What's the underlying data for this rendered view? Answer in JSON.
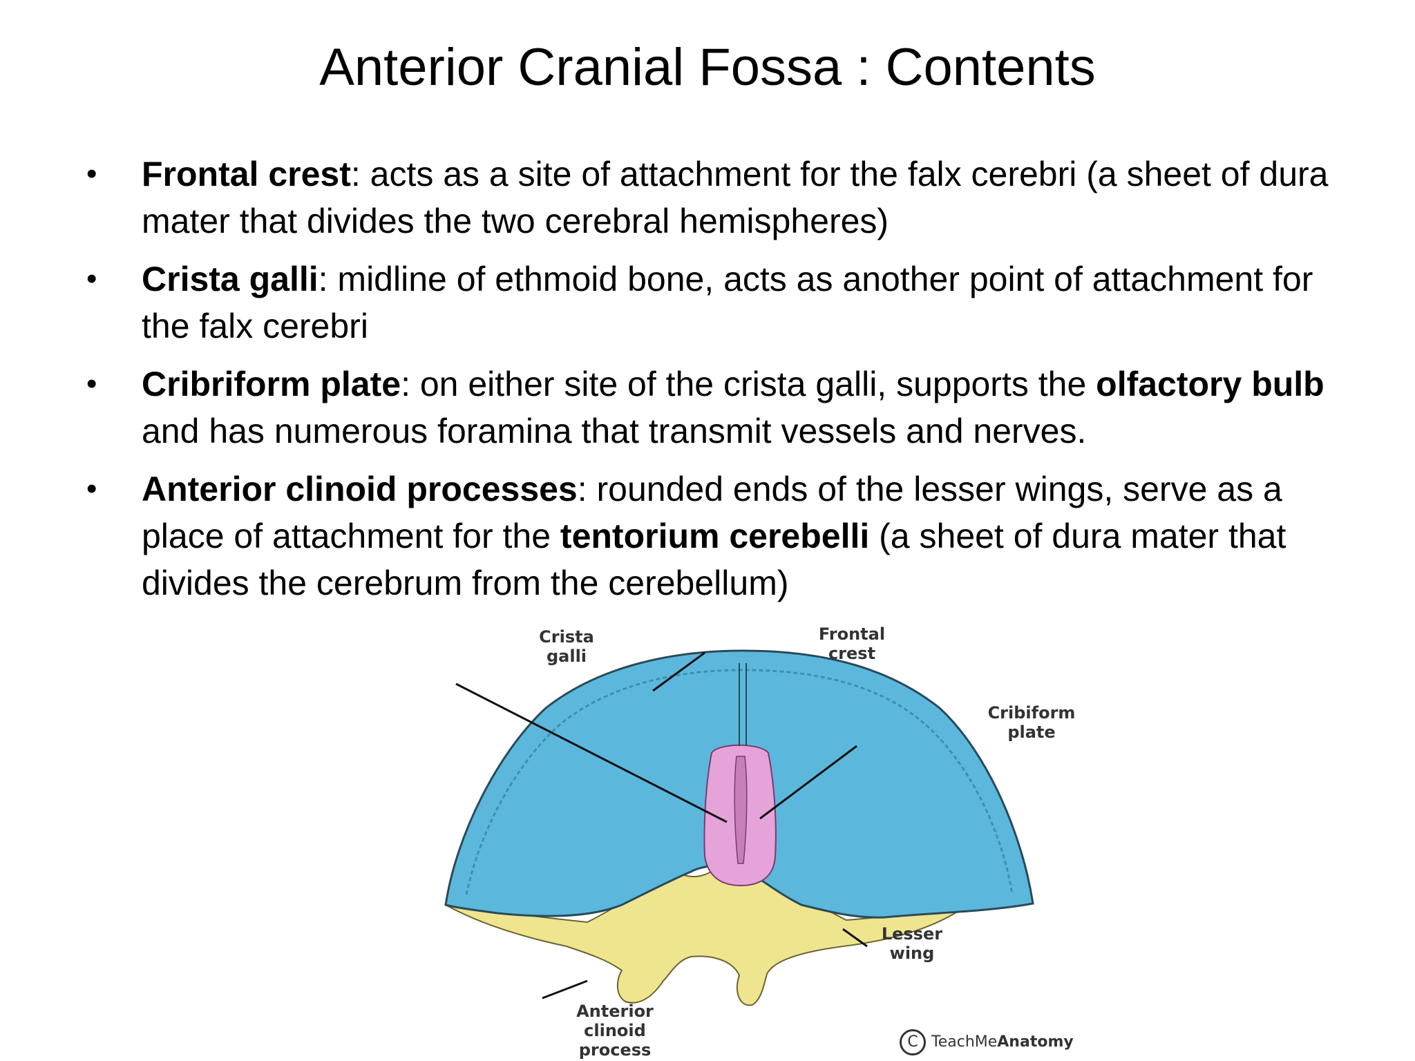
{
  "slide": {
    "title": "Anterior Cranial Fossa : Contents"
  },
  "bullets": [
    {
      "marker": "•",
      "parts": [
        {
          "text": "Frontal crest",
          "bold": true
        },
        {
          "text": ": acts as a site of attachment for the falx cerebri (a sheet of dura mater that divides the two cerebral hemispheres)",
          "bold": false
        }
      ]
    },
    {
      "marker": "•",
      "parts": [
        {
          "text": "Crista galli",
          "bold": true
        },
        {
          "text": ": midline of ethmoid bone, acts as another point of attachment for the falx cerebri",
          "bold": false
        }
      ]
    },
    {
      "marker": "•",
      "parts": [
        {
          "text": "Cribriform plate",
          "bold": true
        },
        {
          "text": ": on either site of the crista galli, supports the ",
          "bold": false
        },
        {
          "text": "olfactory bulb",
          "bold": true
        },
        {
          "text": " and has numerous foramina that transmit vessels and nerves.",
          "bold": false
        }
      ]
    },
    {
      "marker": "•",
      "parts": [
        {
          "text": "Anterior clinoid processes",
          "bold": true
        },
        {
          "text": ": rounded ends of the lesser wings, serve as a place of attachment for the ",
          "bold": false
        },
        {
          "text": "tentorium cerebelli",
          "bold": true
        },
        {
          "text": " (a sheet of dura mater that divides the cerebrum from the cerebellum)",
          "bold": false
        }
      ]
    }
  ],
  "diagram": {
    "labels": {
      "crista_galli": [
        "Crista",
        "galli"
      ],
      "frontal_crest": [
        "Frontal",
        "crest"
      ],
      "cribiform_plate": [
        "Cribiform",
        "plate"
      ],
      "lesser_wing": [
        "Lesser",
        "wing"
      ],
      "anterior_clinoid": [
        "Anterior",
        "clinoid process"
      ]
    },
    "watermark": {
      "symbol": "C",
      "text_plain": "TeachMe",
      "text_bold": "Anatomy"
    },
    "colors": {
      "frontal_bone": "#5bb8dc",
      "ethmoid": "#e5a3d9",
      "sphenoid": "#efe58e",
      "outline": "#2a4a5a"
    }
  }
}
